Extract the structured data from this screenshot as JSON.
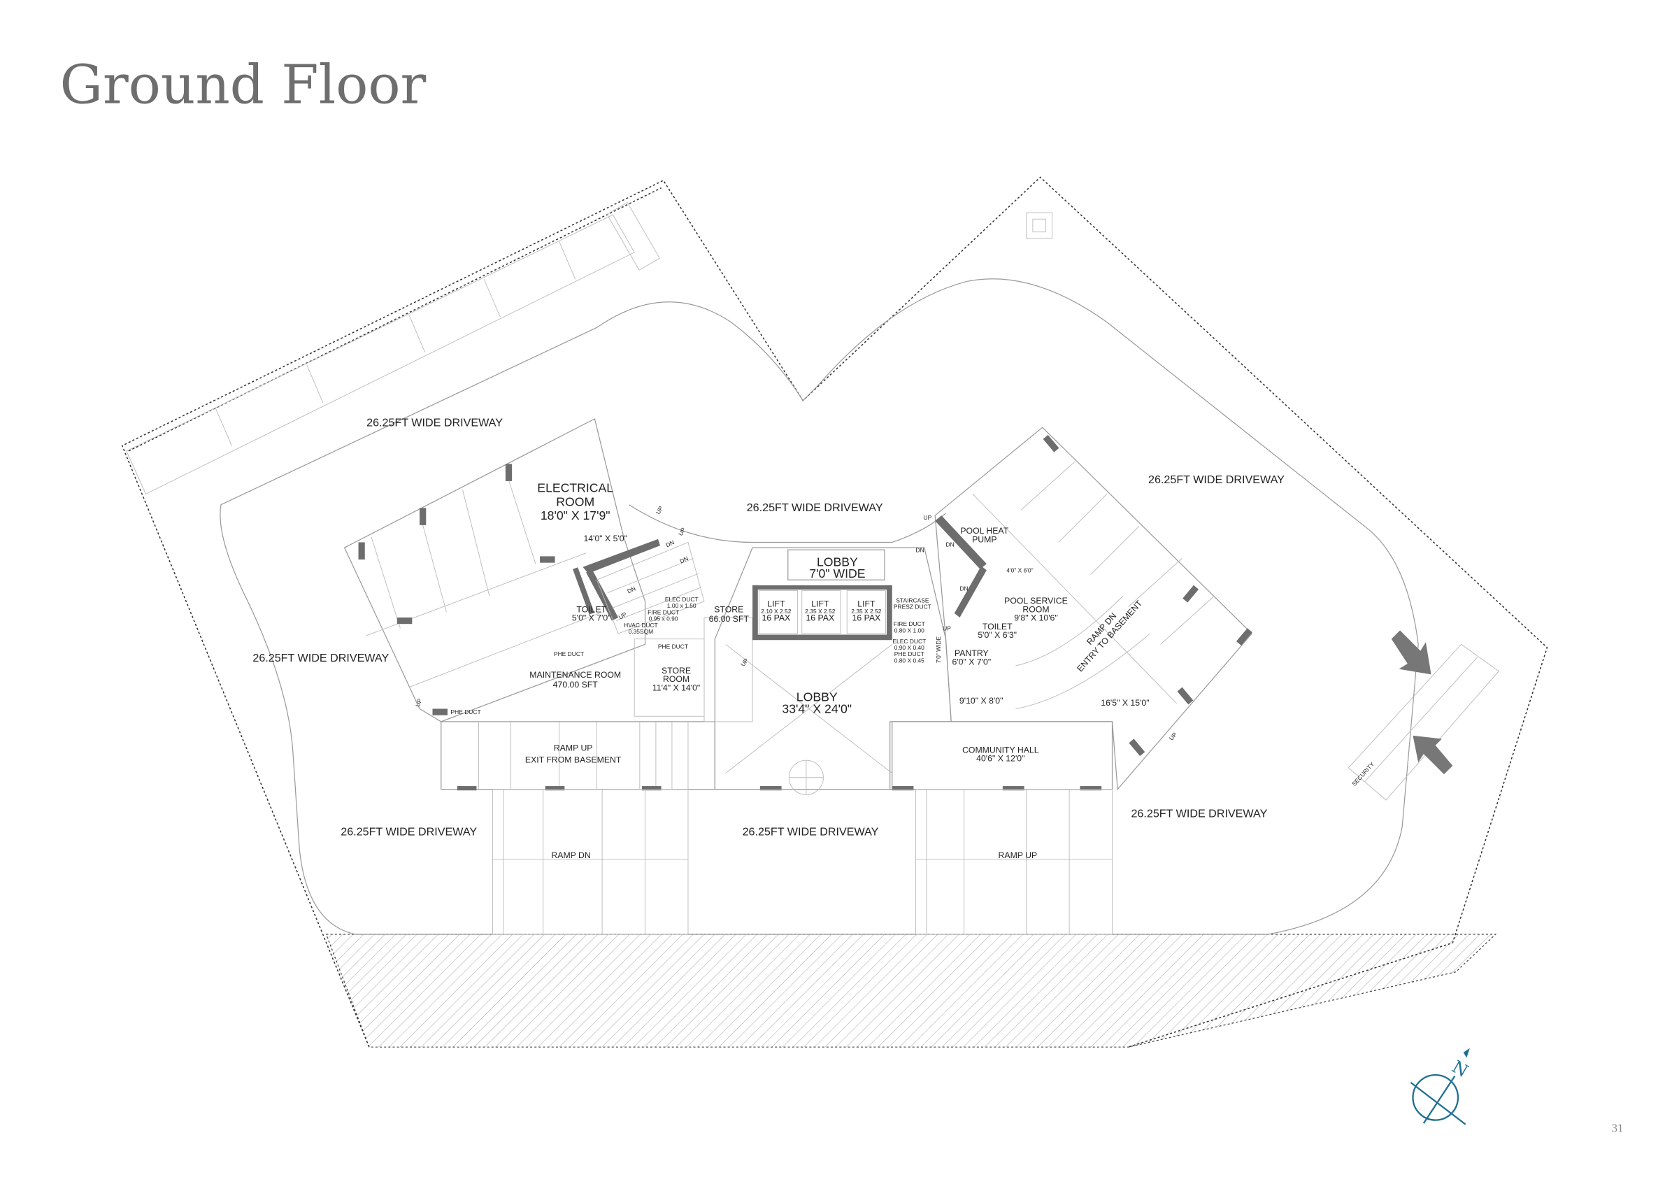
{
  "page": {
    "title": "Ground Floor",
    "page_number": "31"
  },
  "compass": {
    "label": "N",
    "color": "#1f6f93"
  },
  "labels": {
    "driveway_top_left": "26.25FT WIDE DRIVEWAY",
    "driveway_top_center": "26.25FT WIDE DRIVEWAY",
    "driveway_top_right": "26.25FT WIDE DRIVEWAY",
    "driveway_left": "26.25FT WIDE DRIVEWAY",
    "driveway_bottom_left": "26.25FT WIDE DRIVEWAY",
    "driveway_bottom_center": "26.25FT WIDE DRIVEWAY",
    "driveway_bottom_right": "26.25FT WIDE DRIVEWAY",
    "electrical_room": [
      "ELECTRICAL",
      "ROOM",
      "18'0\" X 17'9\""
    ],
    "stair_left_size": "14'0\" X 5'0\"",
    "toilet_left": [
      "TOILET",
      "5'0\" X 7'0\""
    ],
    "elec_duct_left": [
      "ELEC DUCT",
      "1.00 x 1.50"
    ],
    "fire_duct_left": [
      "FIRE DUCT",
      "0.95 x 0.90"
    ],
    "hvac_duct": [
      "HVAC DUCT",
      "0.35SQM"
    ],
    "phe_duct_a": "PHE DUCT",
    "phe_duct_b": "PHE DUCT",
    "phe_duct_c": "PHE DUCT",
    "store": [
      "STORE",
      "66.00 SFT"
    ],
    "maintenance_room": [
      "MAINTENANCE ROOM",
      "470.00 SFT"
    ],
    "store_room": [
      "STORE",
      "ROOM",
      "11'4\" X 14'0\""
    ],
    "lobby_small": [
      "LOBBY",
      "7'0\" WIDE"
    ],
    "lifts": [
      {
        "name": "LIFT",
        "size": "2.10 X 2.52",
        "pax": "16 PAX"
      },
      {
        "name": "LIFT",
        "size": "2.35 X 2.52",
        "pax": "16 PAX"
      },
      {
        "name": "LIFT",
        "size": "2.35 X 2.52",
        "pax": "16 PAX"
      }
    ],
    "staircase_duct": [
      "STAIRCASE",
      "PRESZ DUCT"
    ],
    "fire_duct_right": [
      "FIRE DUCT",
      "0.80 X 1.00"
    ],
    "elec_duct_right": [
      "ELEC DUCT",
      "0.90 X 0.40"
    ],
    "phe_duct_right": [
      "PHE DUCT",
      "0.80 X 0.45"
    ],
    "corridor_width": "7'0\" WIDE",
    "lobby_main": [
      "LOBBY",
      "33'4\" X 24'0\""
    ],
    "pool_heat_pump": [
      "POOL HEAT",
      "PUMP"
    ],
    "small_room_size": "4'0\" X 6'0\"",
    "pool_service_room": [
      "POOL SERVICE",
      "ROOM",
      "9'8\" X 10'6\""
    ],
    "toilet_right": [
      "TOILET",
      "5'0\" X 6'3\""
    ],
    "pantry": [
      "PANTRY",
      "6'0\" X 7'0\""
    ],
    "room_9_10": "9'10\" X 8'0\"",
    "room_16_5": "16'5\" X 15'0\"",
    "community_hall": [
      "COMMUNITY HALL",
      "40'6\" X 12'0\""
    ],
    "ramp_down_basement": [
      "RAMP DN",
      "ENTRY TO BASEMENT"
    ],
    "ramp_up_exit": [
      "RAMP UP",
      "EXIT FROM BASEMENT"
    ],
    "ramp_dn": "RAMP DN",
    "ramp_up": "RAMP UP",
    "security": "SECURITY",
    "up": "UP",
    "dn": "DN"
  }
}
